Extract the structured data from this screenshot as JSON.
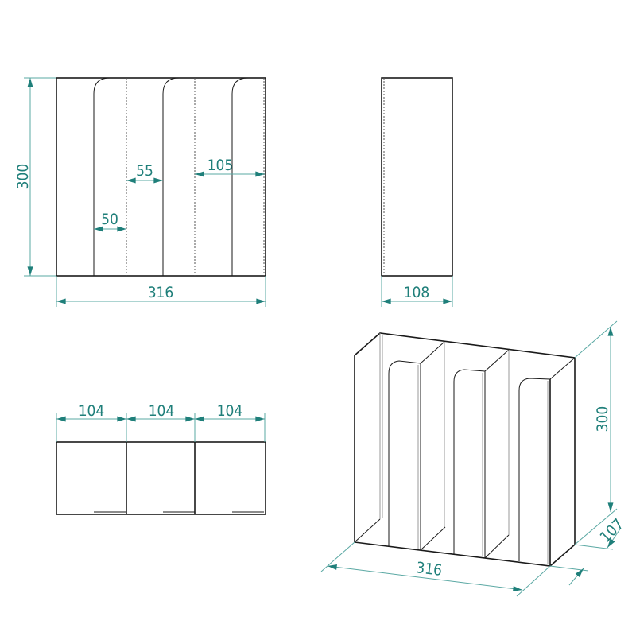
{
  "front_view": {
    "height": "300",
    "width": "316",
    "slot_inner": "50",
    "gap": "55",
    "compartment": "105"
  },
  "side_view": {
    "depth": "108"
  },
  "top_view": {
    "compartments": [
      "104",
      "104",
      "104"
    ]
  },
  "iso_view": {
    "height": "300",
    "width": "316",
    "depth": "107"
  },
  "colors": {
    "dimension": "#1f7f7a",
    "outline": "#1a1a1a"
  }
}
